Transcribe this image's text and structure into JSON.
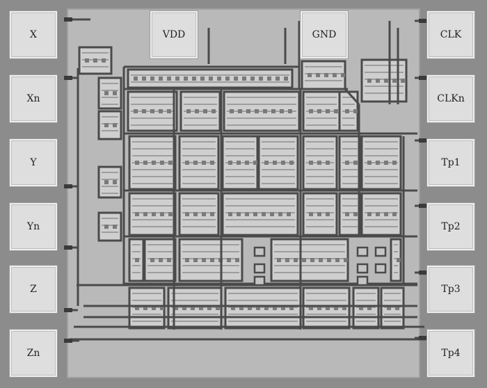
{
  "pads": [
    {
      "id": "X",
      "label": "X"
    },
    {
      "id": "Xn",
      "label": "Xn"
    },
    {
      "id": "Y",
      "label": "Y"
    },
    {
      "id": "Yn",
      "label": "Yn"
    },
    {
      "id": "Z",
      "label": "Z"
    },
    {
      "id": "Zn",
      "label": "Zn"
    },
    {
      "id": "VDD",
      "label": "VDD"
    },
    {
      "id": "GND",
      "label": "GND"
    },
    {
      "id": "CLK",
      "label": "CLK"
    },
    {
      "id": "CLKn",
      "label": "CLKn"
    },
    {
      "id": "Tp1",
      "label": "Tp1"
    },
    {
      "id": "Tp2",
      "label": "Tp2"
    },
    {
      "id": "Tp3",
      "label": "Tp3"
    },
    {
      "id": "Tp4",
      "label": "Tp4"
    }
  ],
  "colors": {
    "substrate": "#8c8c8c",
    "core": "#b9b9b9",
    "metal": "#4a4a4a",
    "cell": "#cfcfcf",
    "pad": "#dedede"
  }
}
